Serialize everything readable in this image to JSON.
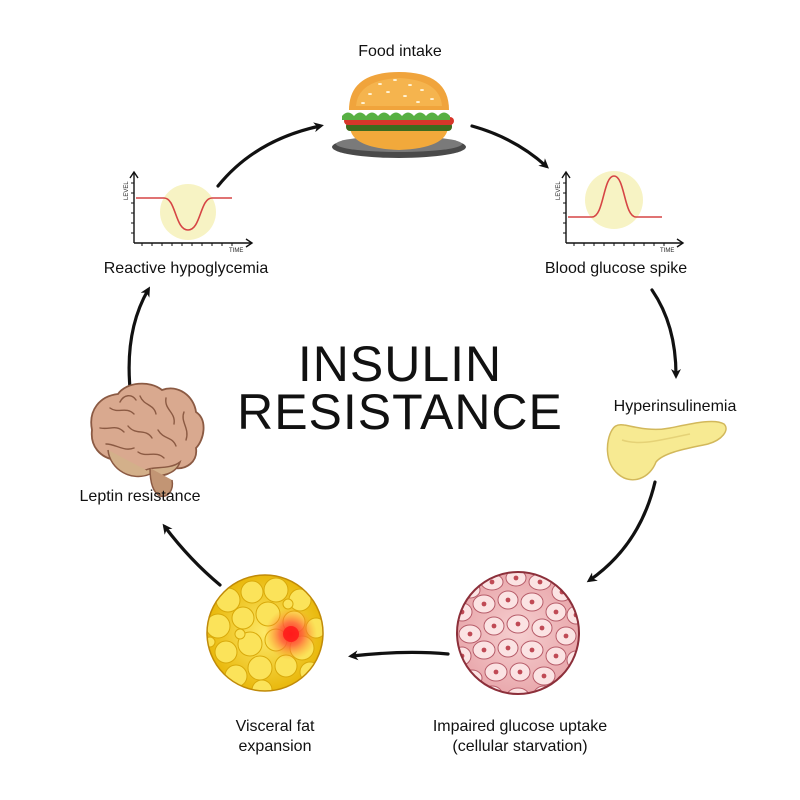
{
  "title": {
    "line1": "INSULIN",
    "line2": "RESISTANCE"
  },
  "stages": {
    "food_intake": "Food intake",
    "glucose_spike": "Blood glucose spike",
    "hyperinsulinemia": "Hyperinsulinemia",
    "impaired_uptake_line1": "Impaired glucose uptake",
    "impaired_uptake_line2": "(cellular starvation)",
    "visceral_fat_line1": "Visceral fat",
    "visceral_fat_line2": "expansion",
    "leptin_resistance": "Leptin resistance",
    "reactive_hypoglycemia": "Reactive hypoglycemia"
  },
  "graph_axes": {
    "level": "LEVEL",
    "time": "TIME"
  },
  "icons": [
    "burger-icon",
    "pancreas-icon",
    "cells-icon",
    "fat-tissue-icon",
    "brain-icon",
    "glucose-spike-graph",
    "hypoglycemia-graph"
  ],
  "colors": {
    "curve": "#d64545",
    "highlight": "#f7f3c4",
    "arrow": "#111111",
    "fat": "#f6d21a",
    "cells": "#f3c4c6"
  }
}
